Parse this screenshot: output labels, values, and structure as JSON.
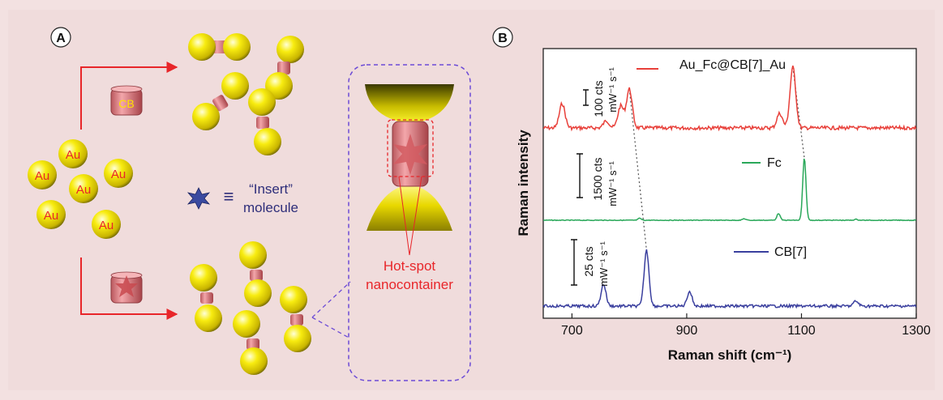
{
  "panel_a": {
    "label": "A",
    "cb_label": "CB",
    "au_label": "Au",
    "equiv_symbol": "≡",
    "insert_line1": "“Insert”",
    "insert_line2": "molecule",
    "hotspot_line1": "Hot-spot",
    "hotspot_line2": "nanocontainer",
    "colors": {
      "arrow": "#e8262a",
      "dashed": "#6c4bd6",
      "insert_text": "#2e2e7a",
      "hotspot_text": "#e8262a",
      "sphere": "#f6e800",
      "cb_ring": "#e7868e"
    }
  },
  "panel_b": {
    "label": "B",
    "scale_bars": [
      {
        "line1": "100 cts",
        "line2": "mW⁻¹ s⁻¹"
      },
      {
        "line1": "1500 cts",
        "line2": "mW⁻¹ s⁻¹"
      },
      {
        "line1": "25 cts",
        "line2": "mW⁻¹ s⁻¹"
      }
    ]
  },
  "chart_data": {
    "type": "line",
    "title": "",
    "xlabel": "Raman shift (cm⁻¹)",
    "ylabel": "Raman intensity",
    "xlim": [
      650,
      1300
    ],
    "xticks": [
      700,
      900,
      1100,
      1300
    ],
    "xtick_labels": [
      "700",
      "900",
      "1100",
      "1300"
    ],
    "y_axis_values_shown": false,
    "legend_placement": "inline labels beside each trace",
    "series": [
      {
        "name": "Au_Fc@CB[7]_Au",
        "color": "#e8403a",
        "peaks": [
          [
            683,
            1.0
          ],
          [
            760,
            0.3
          ],
          [
            785,
            0.9
          ],
          [
            800,
            1.6
          ],
          [
            1062,
            0.6
          ],
          [
            1085,
            2.5
          ]
        ]
      },
      {
        "name": "Fc",
        "color": "#2aa85a",
        "peaks": [
          [
            818,
            0.1
          ],
          [
            1000,
            0.08
          ],
          [
            1060,
            0.35
          ],
          [
            1105,
            3.2
          ],
          [
            1195,
            0.05
          ]
        ]
      },
      {
        "name": "CB[7]",
        "color": "#3a3f9e",
        "peaks": [
          [
            755,
            0.9
          ],
          [
            830,
            2.3
          ],
          [
            905,
            0.6
          ],
          [
            1195,
            0.2
          ]
        ]
      }
    ],
    "connector_lines": [
      {
        "from_series": "Au_Fc@CB[7]_Au",
        "from_x": 800,
        "to_series": "CB[7]",
        "to_x": 830
      },
      {
        "from_series": "Au_Fc@CB[7]_Au",
        "from_x": 1085,
        "to_series": "Fc",
        "to_x": 1105
      }
    ]
  }
}
